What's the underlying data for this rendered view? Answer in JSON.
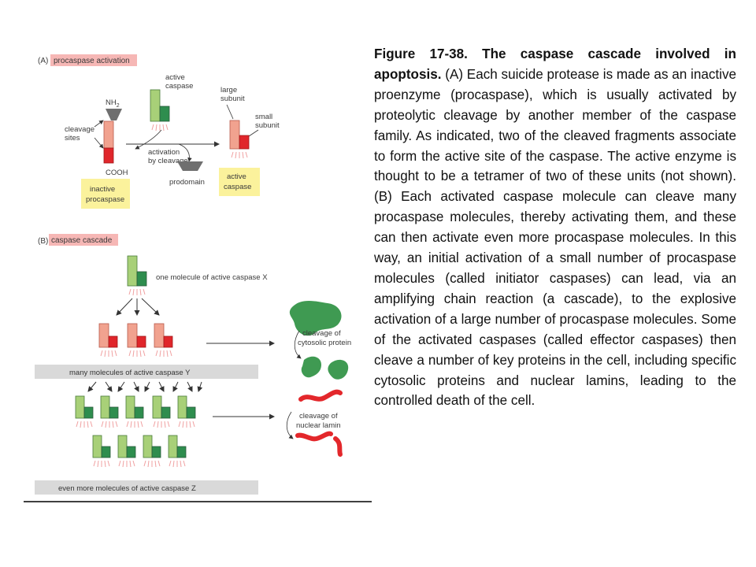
{
  "figure": {
    "panel_a": {
      "letter": "(A)",
      "heading": "procaspase activation",
      "nh2": "NH",
      "nh2_sub": "2",
      "cooh": "COOH",
      "cleavage_sites": [
        "cleavage",
        "sites"
      ],
      "inactive_procaspase": [
        "inactive",
        "procaspase"
      ],
      "active_caspase": [
        "active",
        "caspase"
      ],
      "large_subunit": [
        "large",
        "subunit"
      ],
      "small_subunit": [
        "small",
        "subunit"
      ],
      "activation_by_cleavage": [
        "activation",
        "by cleavage"
      ],
      "prodomain": "prodomain",
      "active_caspase_box": [
        "active",
        "caspase"
      ]
    },
    "panel_b": {
      "letter": "(B)",
      "heading": "caspase cascade",
      "one_molecule_x": "one molecule of active caspase X",
      "many_y": "many molecules of active caspase Y",
      "even_more_z": "even more molecules of active caspase Z",
      "cleavage_cytosolic": [
        "cleavage of",
        "cytosolic protein"
      ],
      "cleavage_lamin": [
        "cleavage of",
        "nuclear lamin"
      ]
    },
    "colors": {
      "label_box": "#f6b7b5",
      "yellow_box": "#fbf29c",
      "procaspase_body": "#f1a28f",
      "procaspase_dark": "#e0262b",
      "caspase_light": "#a8d078",
      "caspase_dark": "#2e8d4e",
      "prodomain": "#6f6f6f",
      "band": "#d9d9d9",
      "cytosolic_protein": "#3f9a52",
      "lamin": "#e3272b"
    }
  },
  "caption": {
    "bold": "Figure 17-38. The caspase cascade involved in apoptosis.",
    "text": " (A) Each suicide protease is made as an inactive proenzyme (procaspase), which is usually activated by proteolytic cleavage by another member of the caspase family. As indicated, two of the cleaved fragments associate to form the active site of the caspase. The active enzyme is thought to be a tetramer of two of these units (not shown). (B) Each activated caspase molecule can cleave many procaspase molecules, thereby activating them, and these can then activate even more procaspase molecules. In this way, an initial activation of a small number of procaspase molecules (called initiator caspases) can lead, via an amplifying chain reaction (a cascade), to the explosive activation of a large number of procaspase molecules. Some of the activated caspases (called effector caspases) then cleave a number of key proteins in the cell, including specific cytosolic proteins and nuclear lamins, leading to the controlled death of the cell."
  }
}
